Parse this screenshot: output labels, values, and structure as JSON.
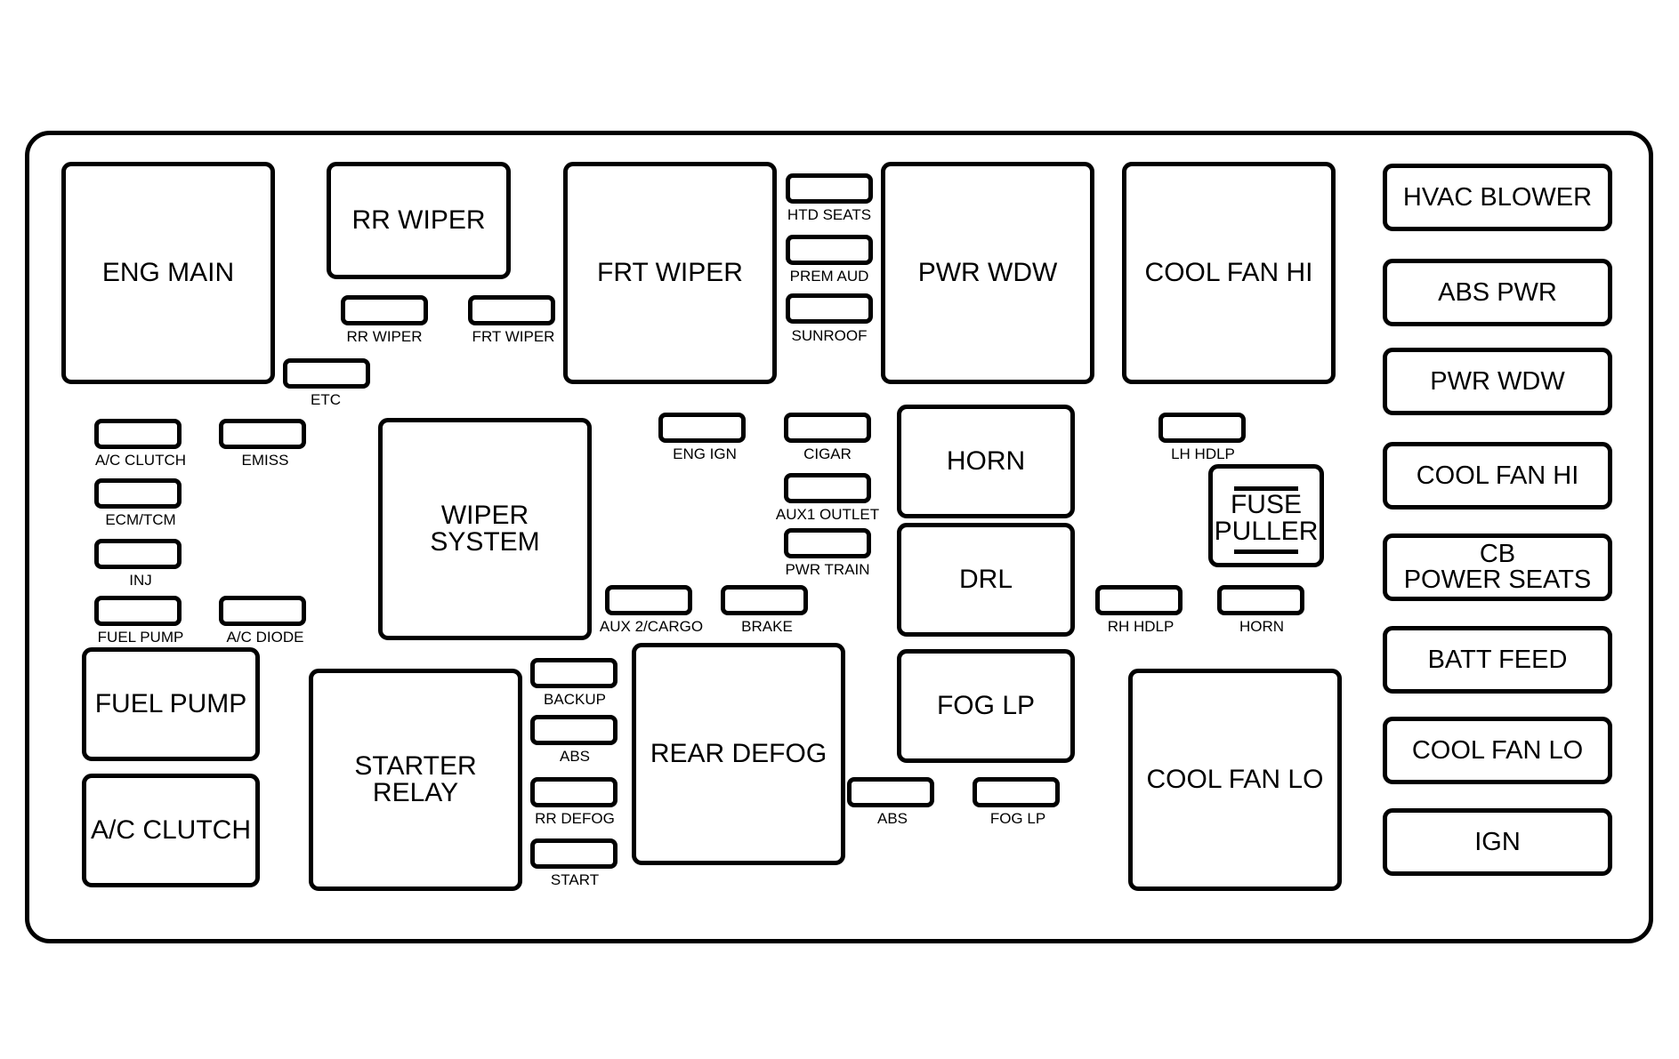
{
  "relays": {
    "eng_main": "ENG MAIN",
    "rr_wiper": "RR WIPER",
    "frt_wiper": "FRT WIPER",
    "pwr_wdw": "PWR WDW",
    "cool_fan_hi": "COOL FAN HI",
    "wiper_system": "WIPER SYSTEM",
    "horn": "HORN",
    "drl": "DRL",
    "fuel_pump": "FUEL PUMP",
    "ac_clutch": "A/C CLUTCH",
    "starter_relay_line1": "STARTER",
    "starter_relay_line2": "RELAY",
    "rear_defog": "REAR DEFOG",
    "fog_lp": "FOG LP",
    "cool_fan_lo": "COOL FAN LO"
  },
  "fuse_puller": {
    "line1": "FUSE",
    "line2": "PULLER"
  },
  "right_column": {
    "hvac_blower": "HVAC BLOWER",
    "abs_pwr": "ABS PWR",
    "pwr_wdw": "PWR WDW",
    "cool_fan_hi": "COOL FAN HI",
    "cb_power_seats_line1": "CB",
    "cb_power_seats_line2": "POWER SEATS",
    "batt_feed": "BATT FEED",
    "cool_fan_lo": "COOL FAN LO",
    "ign": "IGN"
  },
  "fuses": {
    "htd_seats": "HTD SEATS",
    "prem_aud": "PREM AUD",
    "sunroof": "SUNROOF",
    "rr_wiper": "RR WIPER",
    "frt_wiper": "FRT WIPER",
    "etc": "ETC",
    "ac_clutch": "A/C CLUTCH",
    "emiss": "EMISS",
    "ecm_tcm": "ECM/TCM",
    "inj": "INJ",
    "fuel_pump": "FUEL PUMP",
    "ac_diode": "A/C DIODE",
    "eng_ign": "ENG IGN",
    "cigar": "CIGAR",
    "aux1_outlet": "AUX1 OUTLET",
    "pwr_train": "PWR TRAIN",
    "aux2_cargo": "AUX 2/CARGO",
    "brake": "BRAKE",
    "lh_hdlp": "LH HDLP",
    "rh_hdlp": "RH HDLP",
    "horn": "HORN",
    "backup": "BACKUP",
    "abs_left": "ABS",
    "rr_defog": "RR DEFOG",
    "start": "START",
    "abs_right": "ABS",
    "fog_lp": "FOG LP"
  }
}
